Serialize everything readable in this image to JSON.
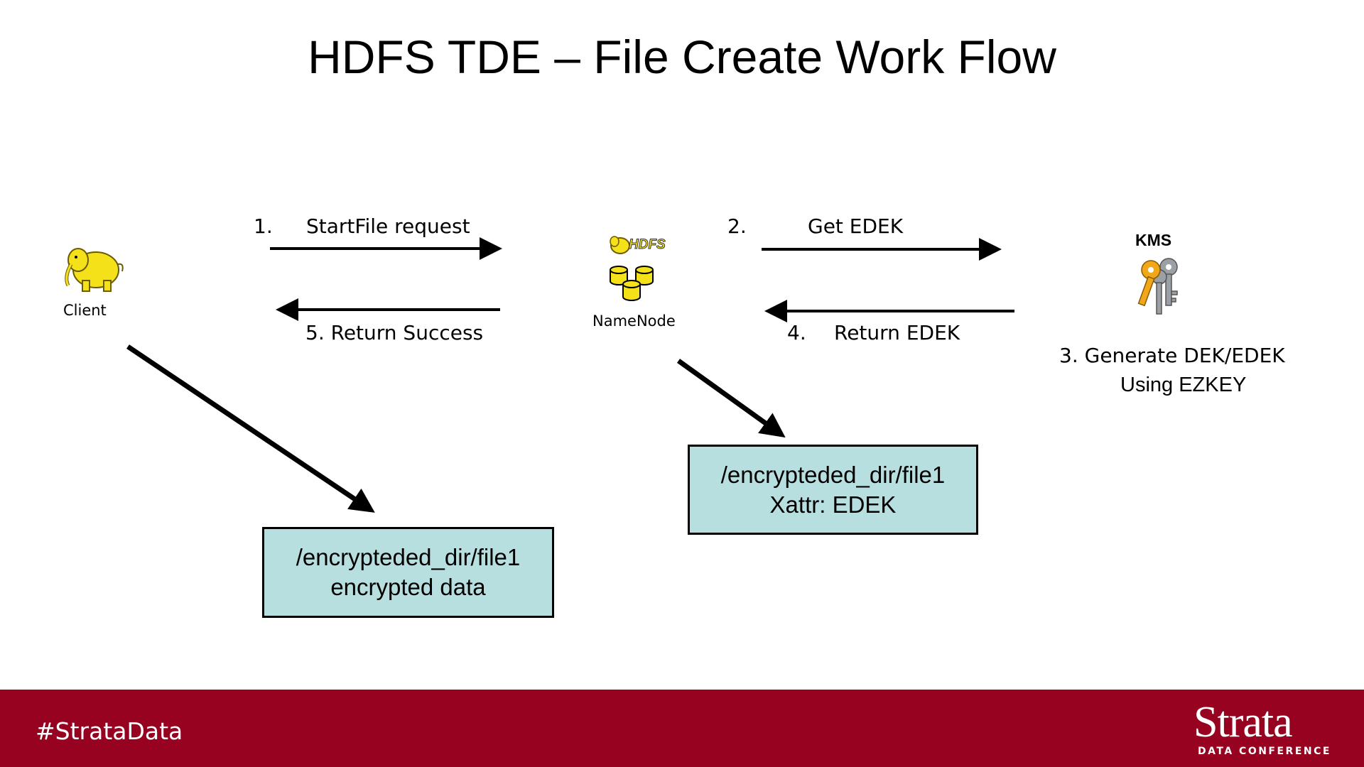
{
  "title": "HDFS TDE – File Create Work Flow",
  "client": {
    "label": "Client",
    "icon": "hadoop-elephant-icon"
  },
  "namenode": {
    "label": "NameNode",
    "logo_text": "HDFS",
    "icon": "database-cluster-icon"
  },
  "kms": {
    "label": "KMS",
    "icon": "keys-icon"
  },
  "steps": {
    "s1_num": "1.",
    "s1_text": "StartFile request",
    "s2_num": "2.",
    "s2_text": "Get EDEK",
    "s3_line1": "3. Generate DEK/EDEK",
    "s3_line2": "Using EZKEY",
    "s4_num": "4.",
    "s4_text": "Return EDEK",
    "s5_text": "5. Return Success"
  },
  "client_file_box": {
    "line1": "/encrypteded_dir/file1",
    "line2": "encrypted data"
  },
  "namenode_file_box": {
    "line1": "/encrypteded_dir/file1",
    "line2_prefix": "Xattr: ",
    "line2_value": "EDEK"
  },
  "footer": {
    "hashtag": "#StrataData",
    "brand": "Strata",
    "brand_sub": "DATA CONFERENCE",
    "background": "#960220"
  },
  "colors": {
    "box_fill": "#b8dfe0",
    "logo_yellow": "#f5e11a"
  }
}
